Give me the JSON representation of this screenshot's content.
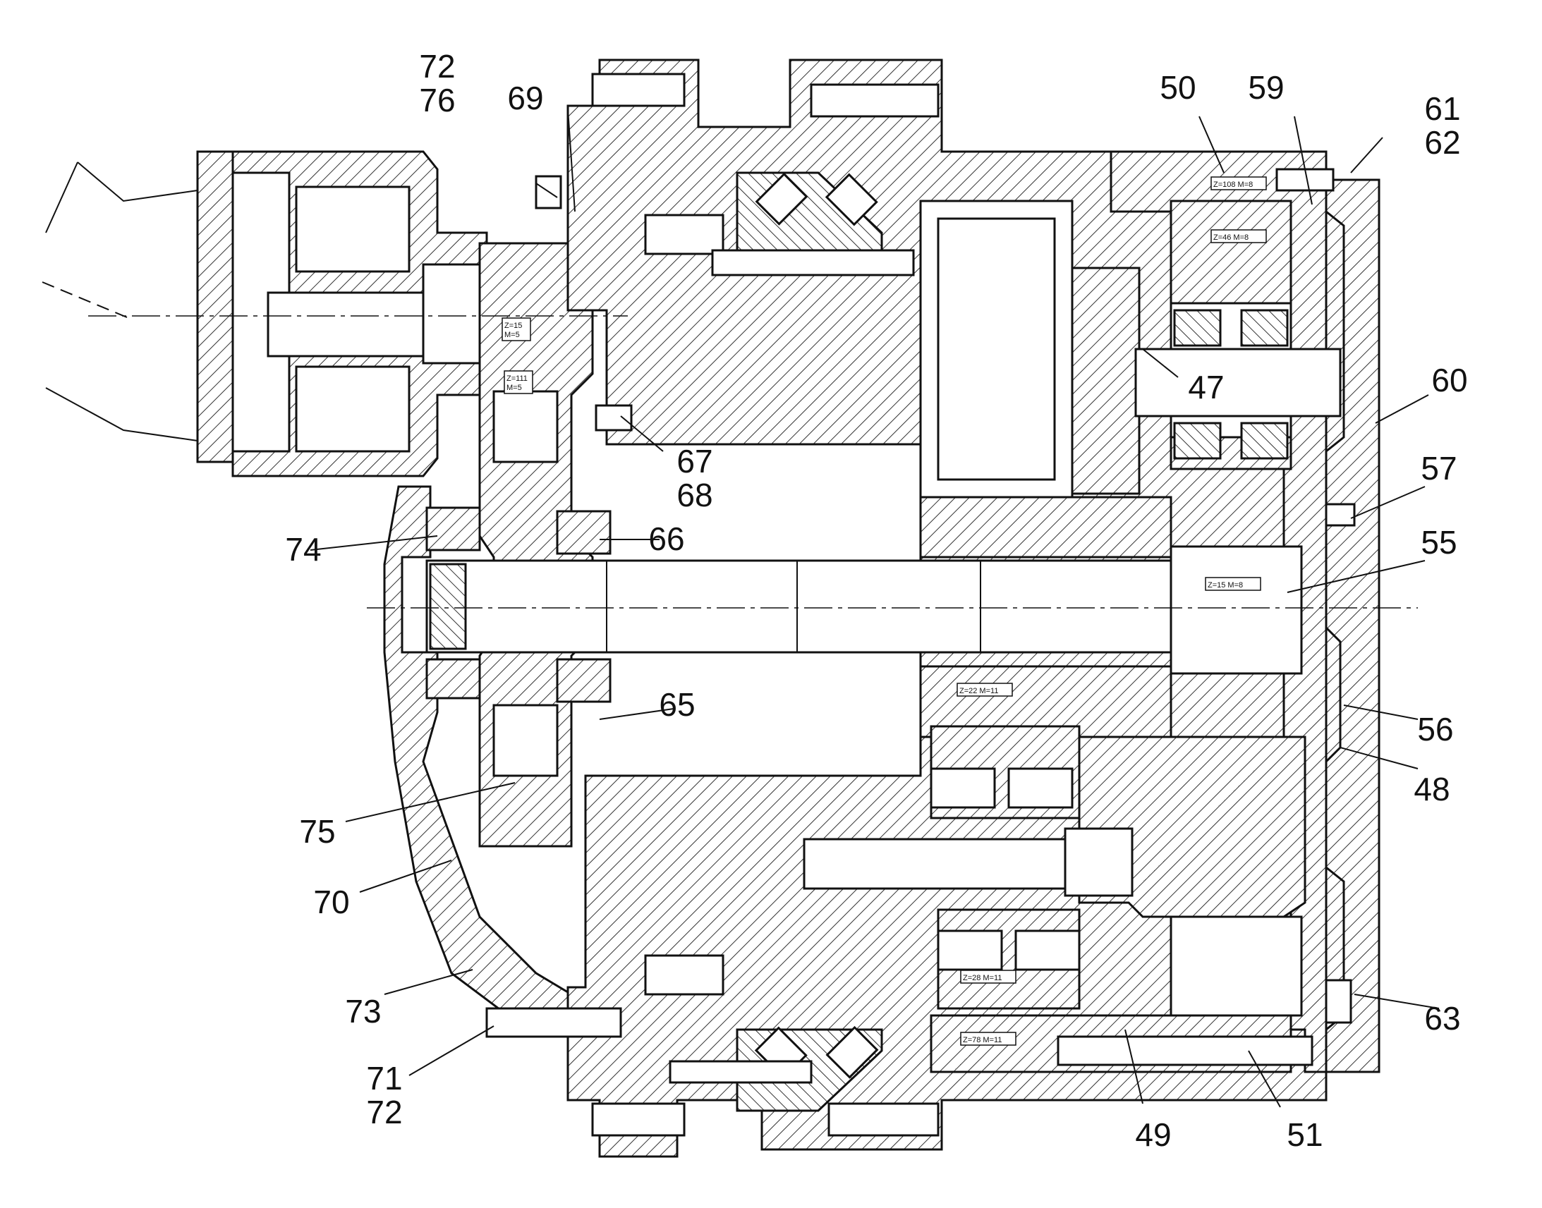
{
  "drawing": {
    "reference_numerals": [
      {
        "id": "72-top",
        "lines": [
          "72",
          "76"
        ]
      },
      {
        "id": "69",
        "lines": [
          "69"
        ]
      },
      {
        "id": "50",
        "lines": [
          "50"
        ]
      },
      {
        "id": "59",
        "lines": [
          "59"
        ]
      },
      {
        "id": "61",
        "lines": [
          "61",
          "62"
        ]
      },
      {
        "id": "60",
        "lines": [
          "60"
        ]
      },
      {
        "id": "47",
        "lines": [
          "47"
        ]
      },
      {
        "id": "57",
        "lines": [
          "57"
        ]
      },
      {
        "id": "67",
        "lines": [
          "67",
          "68"
        ]
      },
      {
        "id": "74",
        "lines": [
          "74"
        ]
      },
      {
        "id": "66",
        "lines": [
          "66"
        ]
      },
      {
        "id": "55",
        "lines": [
          "55"
        ]
      },
      {
        "id": "65",
        "lines": [
          "65"
        ]
      },
      {
        "id": "56",
        "lines": [
          "56"
        ]
      },
      {
        "id": "48",
        "lines": [
          "48"
        ]
      },
      {
        "id": "75",
        "lines": [
          "75"
        ]
      },
      {
        "id": "70",
        "lines": [
          "70"
        ]
      },
      {
        "id": "73",
        "lines": [
          "73"
        ]
      },
      {
        "id": "63",
        "lines": [
          "63"
        ]
      },
      {
        "id": "71",
        "lines": [
          "71",
          "72"
        ]
      },
      {
        "id": "49",
        "lines": [
          "49"
        ]
      },
      {
        "id": "51",
        "lines": [
          "51"
        ]
      }
    ],
    "gear_tags": [
      {
        "id": "g-z108",
        "lines": [
          "Z=108 M=8"
        ]
      },
      {
        "id": "g-z46",
        "lines": [
          "Z=46 M=8"
        ]
      },
      {
        "id": "g-z15m5",
        "lines": [
          "Z=15",
          "M=5"
        ]
      },
      {
        "id": "g-z111",
        "lines": [
          "Z=111",
          "M=5"
        ]
      },
      {
        "id": "g-z15m8",
        "lines": [
          "Z=15 M=8"
        ]
      },
      {
        "id": "g-z22",
        "lines": [
          "Z=22 M=11"
        ]
      },
      {
        "id": "g-z28",
        "lines": [
          "Z=28 M=11"
        ]
      },
      {
        "id": "g-z78",
        "lines": [
          "Z=78 M=11"
        ]
      }
    ]
  }
}
